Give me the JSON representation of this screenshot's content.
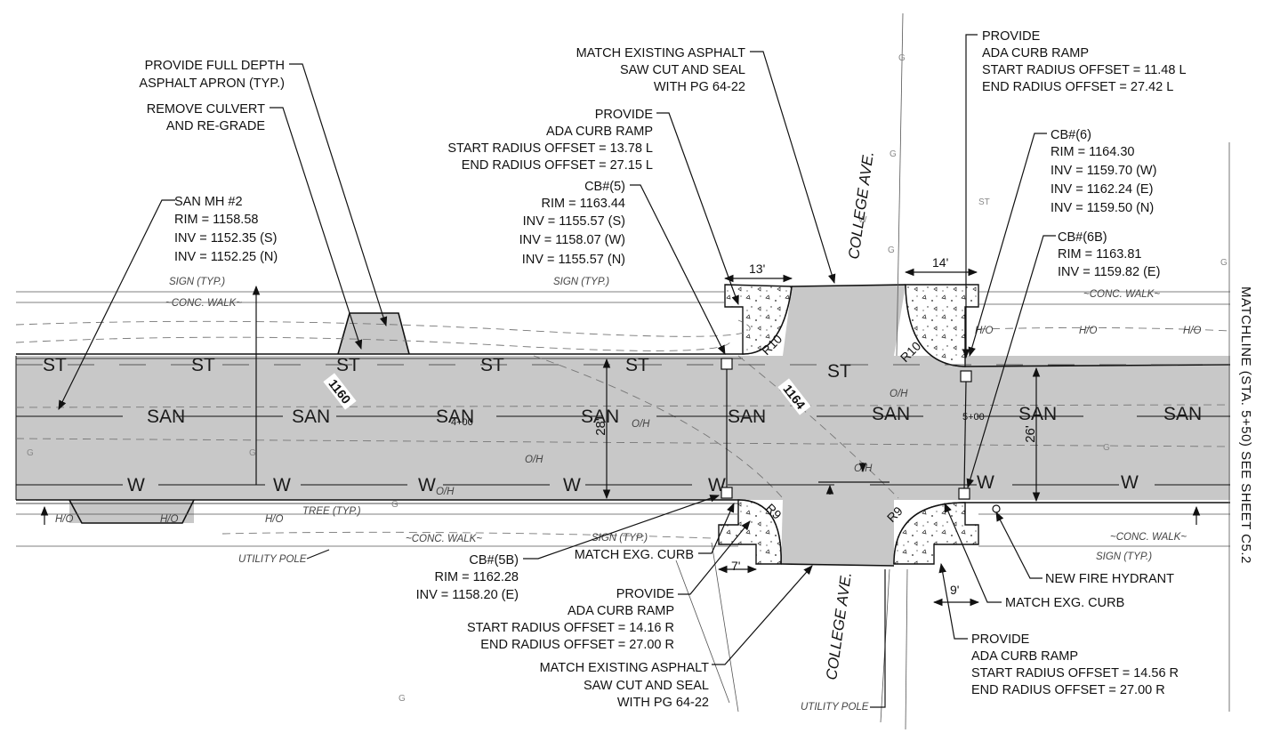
{
  "callouts": {
    "full_depth_apron": [
      "PROVIDE FULL DEPTH",
      "ASPHALT APRON (TYP.)"
    ],
    "remove_culvert": [
      "REMOVE CULVERT",
      "AND RE-GRADE"
    ],
    "san_mh2": [
      "SAN MH #2",
      "RIM = 1158.58",
      "INV = 1152.35 (S)",
      "INV = 1152.25 (N)"
    ],
    "match_asphalt_north": [
      "MATCH EXISTING ASPHALT",
      "SAW CUT AND SEAL",
      "WITH PG 64-22"
    ],
    "ada_ramp_nw": [
      "PROVIDE",
      "ADA CURB RAMP",
      "START RADIUS OFFSET = 13.78 L",
      "END RADIUS OFFSET = 27.15 L"
    ],
    "cb5": [
      "CB#(5)",
      "RIM = 1163.44",
      "INV = 1155.57 (S)",
      "INV = 1158.07 (W)",
      "INV = 1155.57 (N)"
    ],
    "ada_ramp_ne": [
      "PROVIDE",
      "ADA CURB RAMP",
      "START RADIUS OFFSET = 11.48 L",
      "END RADIUS OFFSET = 27.42 L"
    ],
    "cb6": [
      "CB#(6)",
      "RIM = 1164.30",
      "INV = 1159.70 (W)",
      "INV = 1162.24 (E)",
      "INV = 1159.50 (N)"
    ],
    "cb6b": [
      "CB#(6B)",
      "RIM = 1163.81",
      "INV = 1159.82 (E)"
    ],
    "cb5b": [
      "CB#(5B)",
      "RIM = 1162.28",
      "INV = 1158.20 (E)"
    ],
    "match_curb_sw": "MATCH EXG. CURB",
    "ada_ramp_sw": [
      "PROVIDE",
      "ADA CURB RAMP",
      "START RADIUS OFFSET = 14.16 R",
      "END RADIUS OFFSET = 27.00 R"
    ],
    "match_asphalt_south": [
      "MATCH EXISTING ASPHALT",
      "SAW CUT AND SEAL",
      "WITH PG 64-22"
    ],
    "fire_hydrant": "NEW FIRE HYDRANT",
    "match_curb_se": "MATCH EXG. CURB",
    "ada_ramp_se": [
      "PROVIDE",
      "ADA CURB RAMP",
      "START RADIUS OFFSET = 14.56 R",
      "END RADIUS OFFSET = 27.00 R"
    ]
  },
  "symbols": {
    "sign_typ": "SIGN (TYP.)",
    "conc_walk": "~CONC. WALK~",
    "tree_typ": "TREE (TYP.)",
    "utility_pole": "UTILITY POLE",
    "ho": "H/O",
    "oh": "O/H",
    "g": "G",
    "st": "ST",
    "w": "W",
    "san": "SAN"
  },
  "streets": {
    "north": "COLLEGE AVE.",
    "south": "COLLEGE AVE."
  },
  "matchline": "MATCHLINE (STA. 5+50) SEE SHEET C5.2",
  "stations": [
    "4+00",
    "5+00"
  ],
  "contours": [
    "1160",
    "1164"
  ],
  "dimensions": {
    "d13": "13'",
    "d14": "14'",
    "d28": "28'",
    "d26": "26'",
    "d7": "7'",
    "d9": "9'",
    "r10a": "R10",
    "r10b": "R10",
    "r9a": "R9",
    "r9b": "R9"
  }
}
